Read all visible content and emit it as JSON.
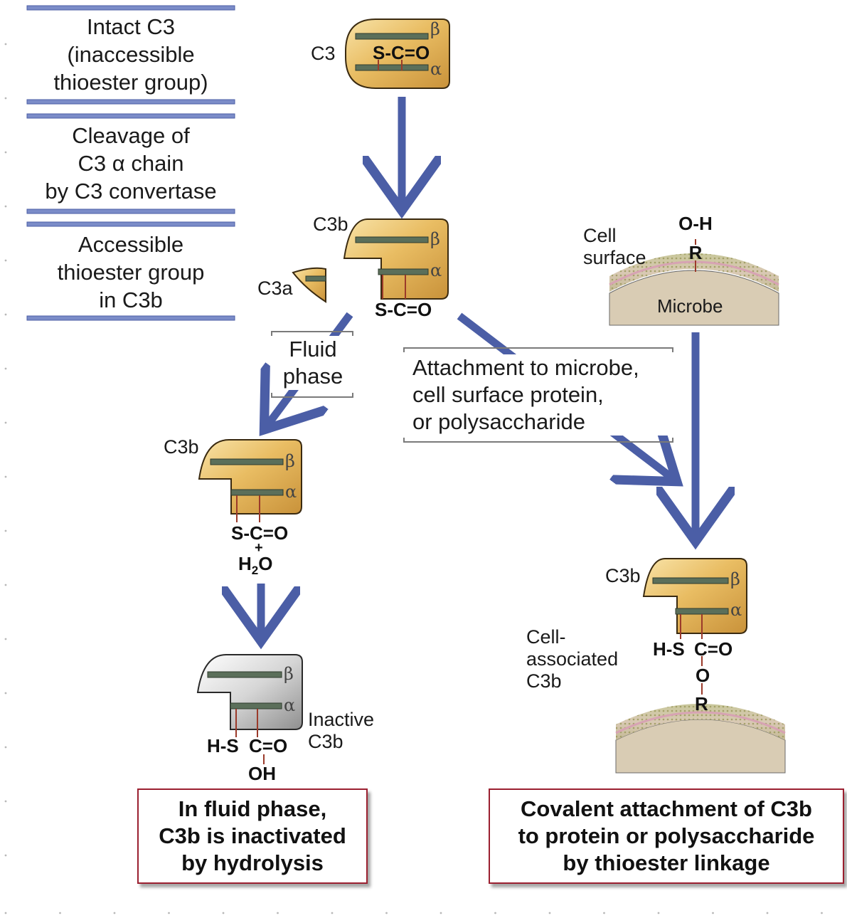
{
  "legend": {
    "step1": "Intact C3\n(inaccessible\nthioester group)",
    "step2": "Cleavage of\nC3 α chain\nby C3 convertase",
    "step3": "Accessible\nthioester group\nin C3b"
  },
  "molecules": {
    "c3": {
      "name": "C3",
      "bond": "S-C=O",
      "beta": "β",
      "alpha": "α"
    },
    "c3b_center": {
      "name": "C3b",
      "bond": "S-C=O",
      "beta": "β",
      "alpha": "α"
    },
    "c3a": {
      "name": "C3a"
    },
    "c3b_fluid": {
      "name": "C3b",
      "bond": "S-C=O",
      "plus": "+",
      "water_h": "H",
      "water_sub": "2",
      "water_o": "O",
      "beta": "β",
      "alpha": "α"
    },
    "inactive": {
      "label": "Inactive\nC3b",
      "hs": "H-S",
      "co": "C=O",
      "oh": "OH",
      "beta": "β",
      "alpha": "α"
    },
    "c3b_bound": {
      "name": "C3b",
      "hs": "H-S",
      "co": "C=O",
      "o": "O",
      "r": "R",
      "label": "Cell-\nassociated\nC3b",
      "beta": "β",
      "alpha": "α"
    }
  },
  "microbe": {
    "cell_surface": "Cell\nsurface",
    "oh": "O-H",
    "r": "R",
    "name": "Microbe"
  },
  "paths": {
    "fluid": "Fluid\nphase",
    "attachment": "Attachment to microbe,\ncell surface protein,\nor polysaccharide"
  },
  "outcomes": {
    "left": "In fluid phase,\nC3b is inactivated\nby hydrolysis",
    "right": "Covalent attachment of C3b\nto protein or polysaccharide\nby thioester linkage"
  },
  "colors": {
    "arrow": "#4b5ea6",
    "gold": "#e5b85c",
    "chain": "#5b6f5a",
    "linker": "#9b3a2a",
    "box_border": "#9b2030",
    "divider": "#5b6db0"
  }
}
